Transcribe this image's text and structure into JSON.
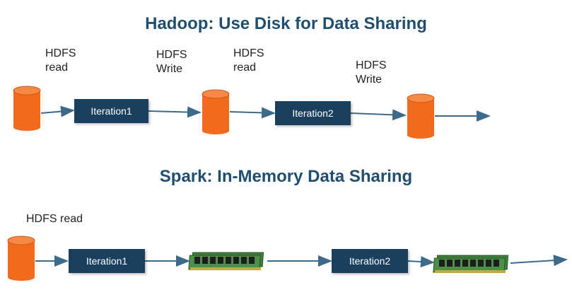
{
  "hadoop": {
    "title": "Hadoop: Use Disk for Data Sharing",
    "labels": {
      "read1": [
        "HDFS",
        "read"
      ],
      "write1": [
        "HDFS",
        "Write"
      ],
      "read2": [
        "HDFS",
        "read"
      ],
      "write2": [
        "HDFS",
        "Write"
      ]
    },
    "iteration1": "Iteration1",
    "iteration2": "Iteration2"
  },
  "spark": {
    "title": "Spark: In-Memory Data Sharing",
    "read_label": "HDFS read",
    "iteration1": "Iteration1",
    "iteration2": "Iteration2"
  },
  "colors": {
    "heading": "#1f4e6e",
    "iteration_box": "#1b3f5e",
    "disk": "#f26b1d",
    "arrow": "#3d6a8a",
    "ram_board": "#3e7d3a"
  }
}
